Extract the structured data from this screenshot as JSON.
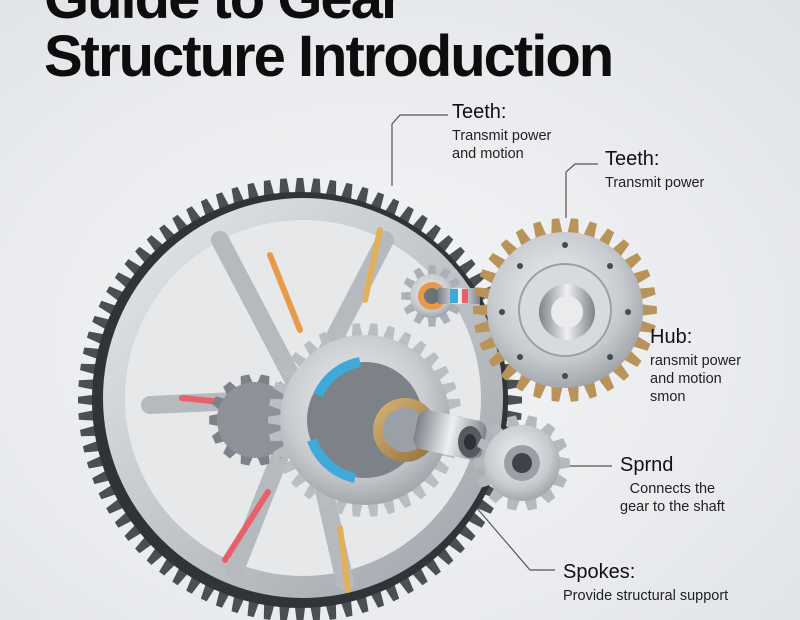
{
  "title": {
    "line1": "Guide to Gear",
    "line2": "Structure Introduction"
  },
  "annotations": [
    {
      "id": "teeth-1",
      "heading": "Teeth:",
      "desc_lines": [
        "Transmit power",
        "and motion"
      ]
    },
    {
      "id": "teeth-2",
      "heading": "Teeth:",
      "desc_lines": [
        "Transmit power"
      ]
    },
    {
      "id": "hub",
      "heading": "Hub:",
      "desc_lines": [
        "ransmit power",
        "and motion",
        "smon"
      ]
    },
    {
      "id": "spindle",
      "heading": "Sprnd",
      "desc_lines": [
        "Connects the",
        "gear to the shaft"
      ]
    },
    {
      "id": "spokes",
      "heading": "Spokes:",
      "desc_lines": [
        "Provide structural support"
      ]
    }
  ],
  "colors": {
    "metal_light": "#d9dcdf",
    "metal_mid": "#b6bbc0",
    "metal_dark": "#6d7278",
    "brass": "#b8935a",
    "accent_blue": "#3fa9d9",
    "accent_red": "#e8606a",
    "accent_orange": "#e89a4a"
  }
}
